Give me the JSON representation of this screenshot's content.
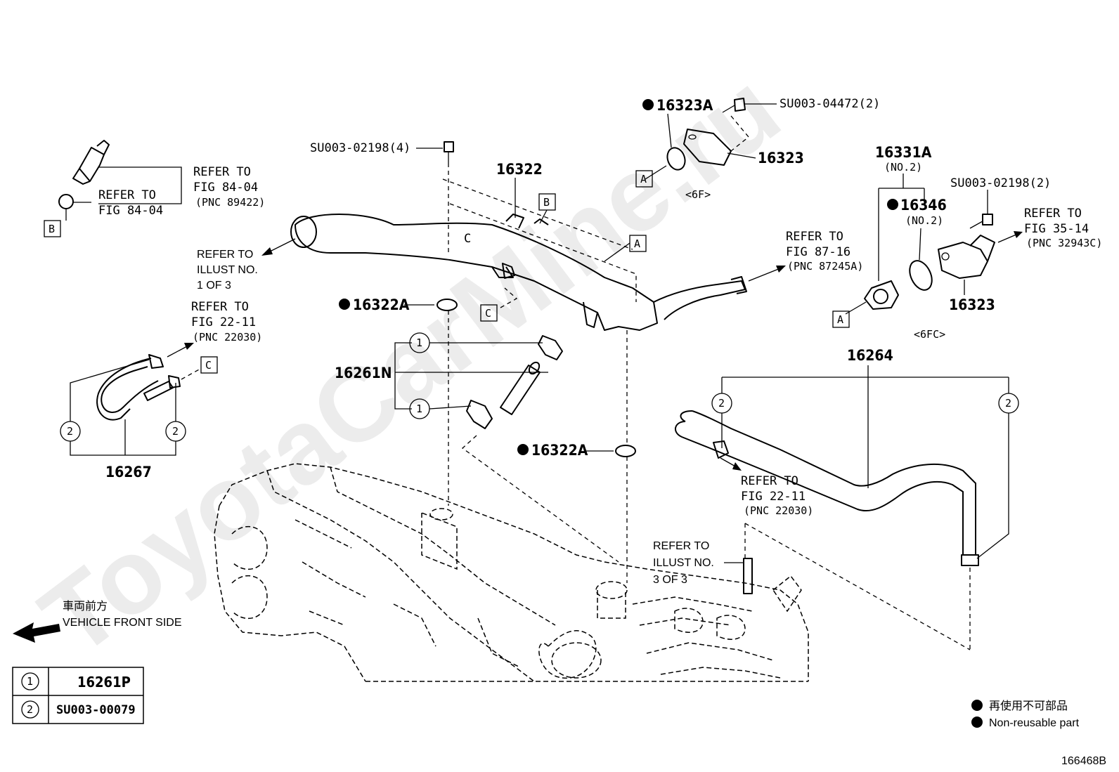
{
  "watermark": "ToyotaCarMine.ru",
  "diagram_id": "166468B",
  "labels": {
    "p16323A": "16323A",
    "p16323_top": "16323",
    "su_04472": "SU003-04472(2)",
    "grade_6f": "<6F>",
    "su_02198_4": "SU003-02198(4)",
    "p16322": "16322",
    "p16331A": "16331A",
    "no2_a": "(NO.2)",
    "p16346": "16346",
    "no2_b": "(NO.2)",
    "su_02198_2": "SU003-02198(2)",
    "p16323_right": "16323",
    "grade_6fc": "<6FC>",
    "p16322A_upper": "16322A",
    "p16322A_lower": "16322A",
    "p16261N": "16261N",
    "p16267": "16267",
    "p16264": "16264"
  },
  "references": {
    "fig_84_04_top": [
      "REFER TO",
      "FIG 84-04",
      "(PNC 89422)"
    ],
    "fig_84_04_left": [
      "REFER TO",
      "FIG 84-04"
    ],
    "illust_1": [
      "REFER TO",
      "ILLUST NO.",
      "1 OF 3"
    ],
    "fig_22_11_left": [
      "REFER TO",
      "FIG 22-11",
      "(PNC 22030)"
    ],
    "fig_87_16": [
      "REFER TO",
      "FIG 87-16",
      "(PNC 87245A)"
    ],
    "fig_35_14": [
      "REFER TO",
      "FIG 35-14",
      "(PNC 32943C)"
    ],
    "fig_22_11_right": [
      "REFER TO",
      "FIG 22-11",
      "(PNC 22030)"
    ],
    "illust_3": [
      "REFER TO",
      "ILLUST NO.",
      "3 OF 3"
    ]
  },
  "callouts": {
    "A": "A",
    "B": "B",
    "C": "C",
    "one": "1",
    "two": "2"
  },
  "direction": {
    "japanese": "車両前方",
    "english": "VEHICLE FRONT SIDE"
  },
  "parts_table": [
    {
      "key": "1",
      "part": "16261P"
    },
    {
      "key": "2",
      "part": "SU003-00079"
    }
  ],
  "legend": {
    "japanese": "再使用不可部品",
    "english": "Non-reusable part"
  }
}
